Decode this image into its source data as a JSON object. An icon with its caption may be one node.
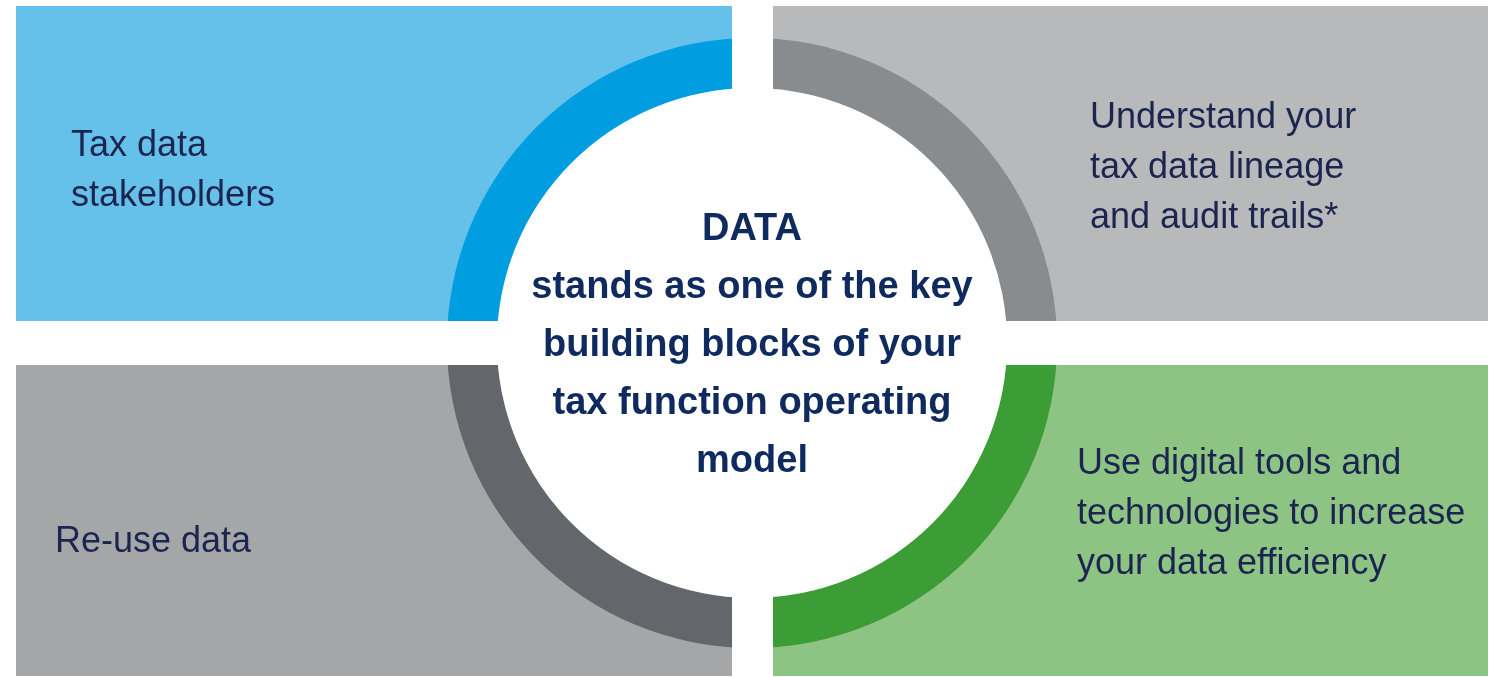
{
  "diagram": {
    "nodes": [
      {
        "text": [
          "Tax data stakeholders"
        ]
      },
      {
        "text": [
          "Understand your tax data lineage and audit trails*"
        ]
      },
      {
        "text": [
          "DATA",
          "stands as one of the key building blocks of your tax function operating model"
        ]
      },
      {
        "text": [
          "Re-use data"
        ]
      },
      {
        "text": [
          "Use digital tools and technologies to increase your data efficiency"
        ]
      }
    ],
    "edges": []
  }
}
